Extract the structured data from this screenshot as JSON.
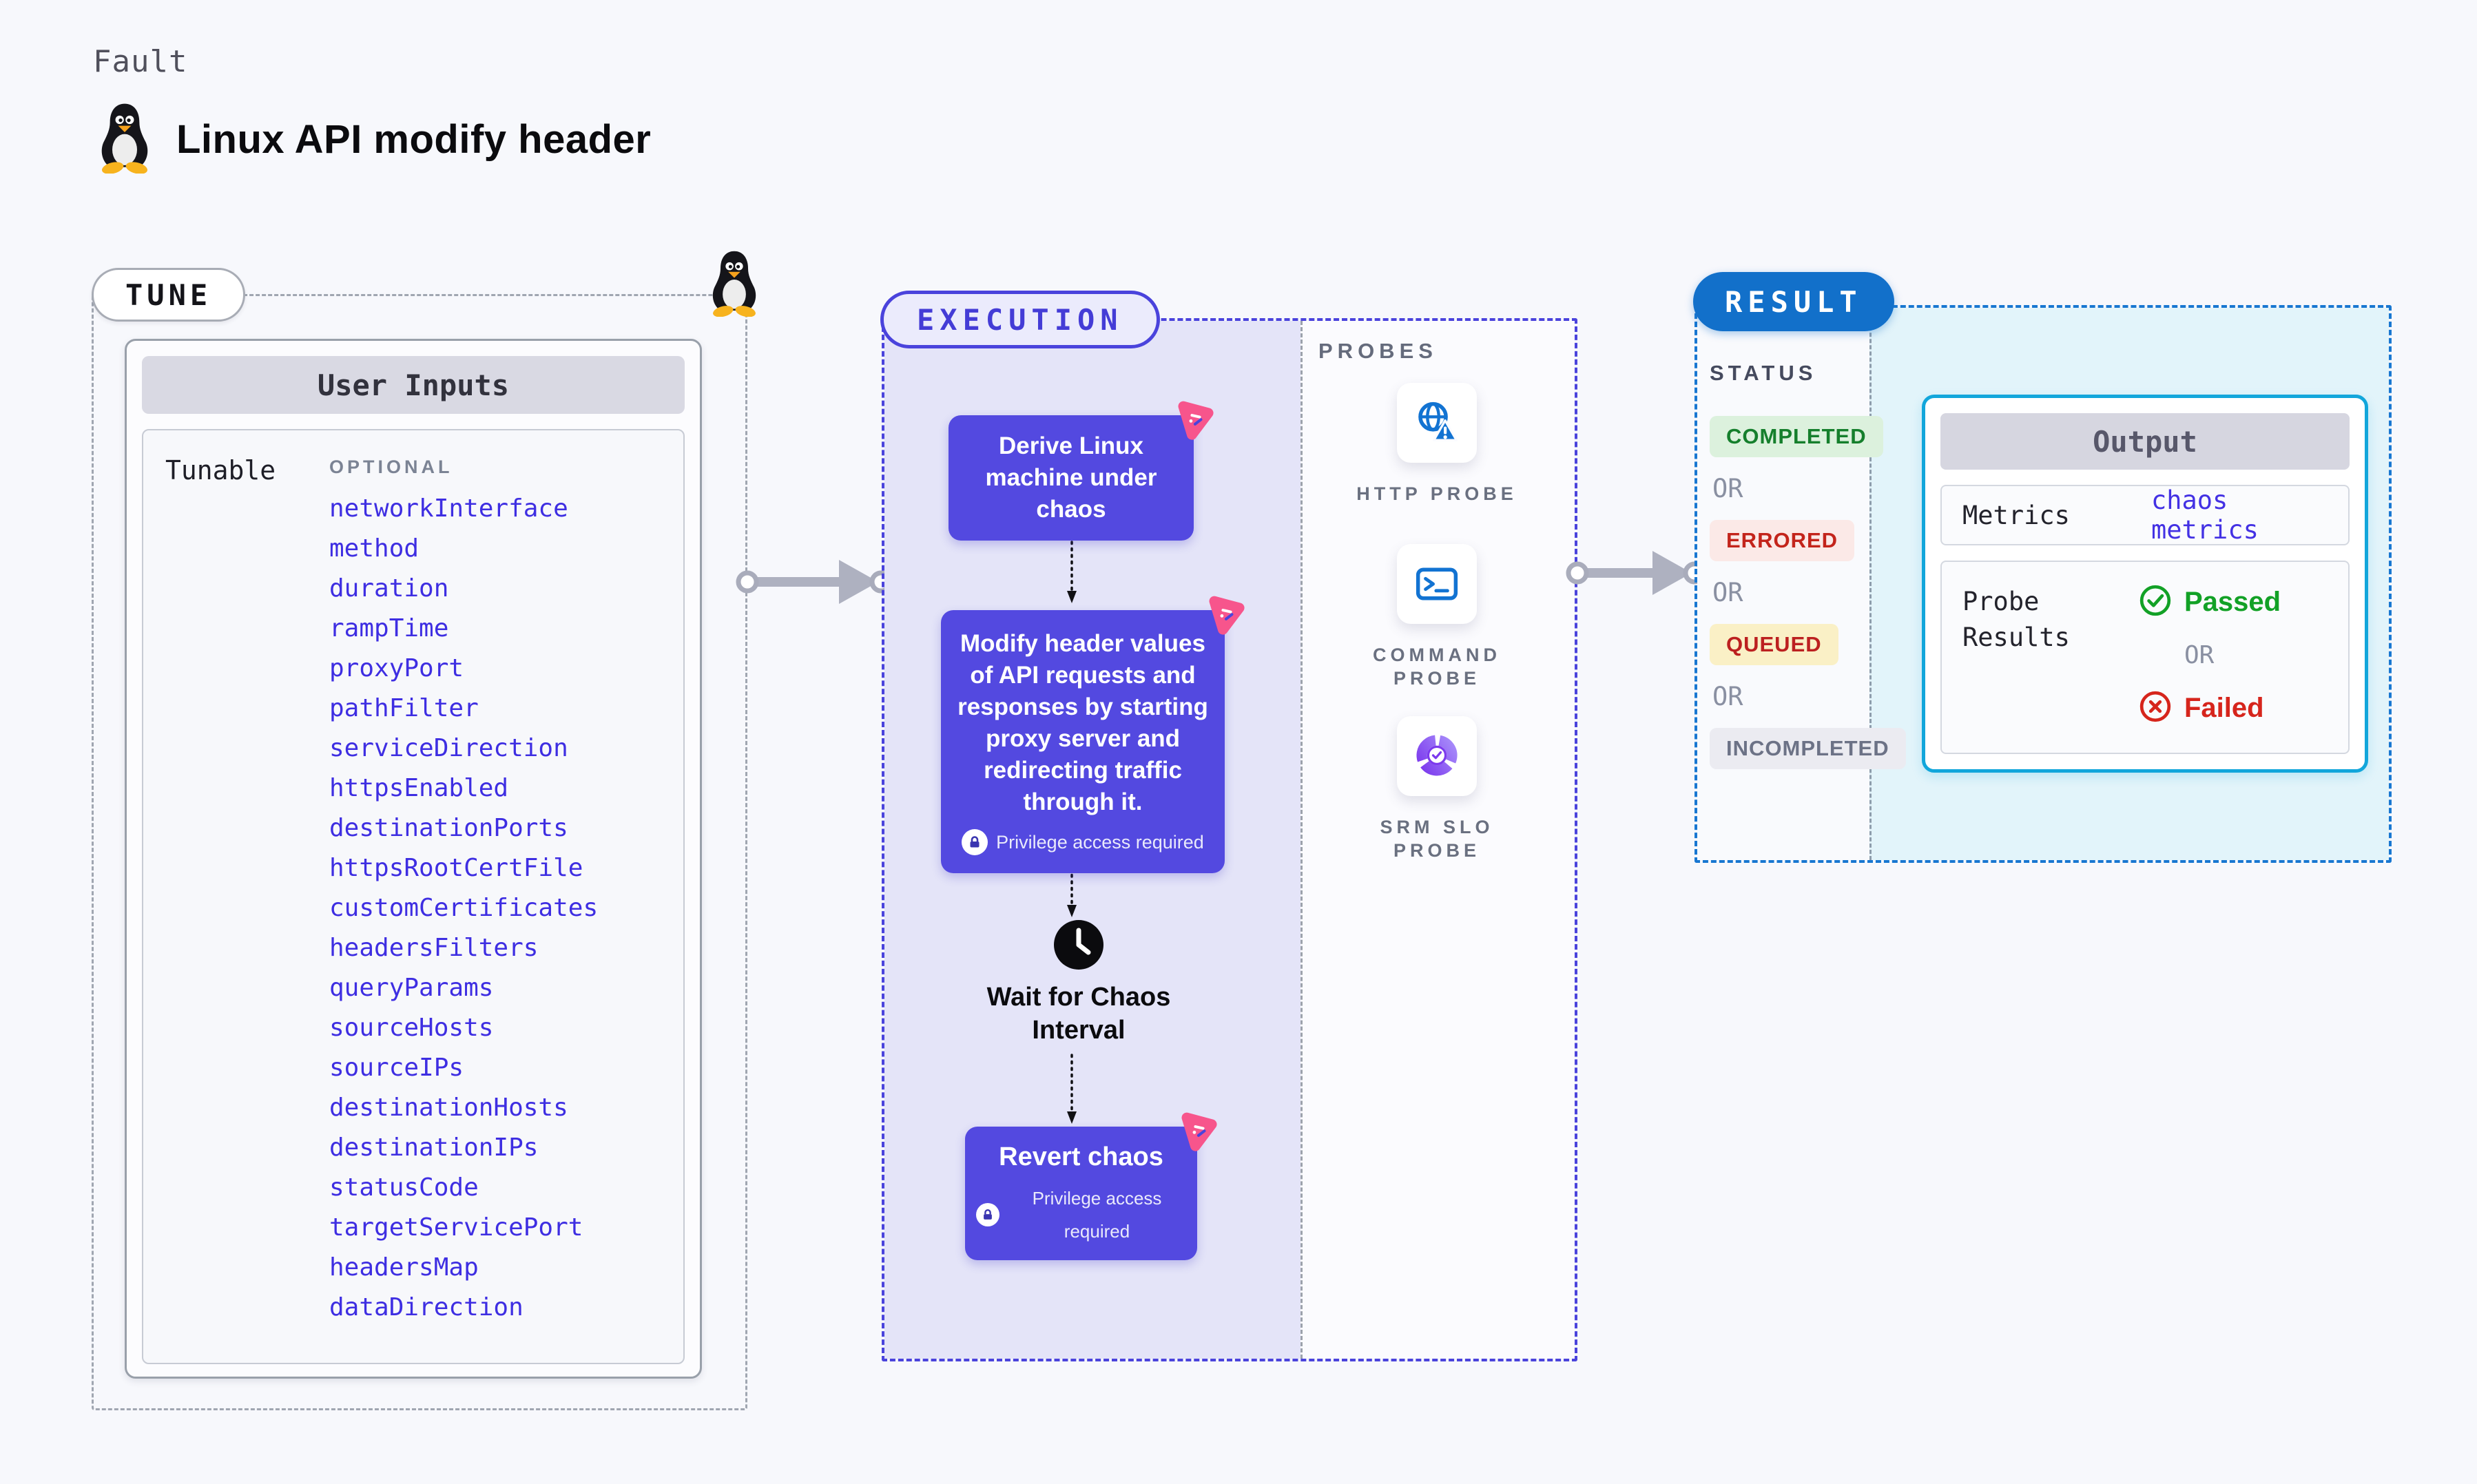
{
  "header": {
    "kicker": "Fault",
    "title": "Linux API modify header",
    "icon": "tux-penguin-icon"
  },
  "tune": {
    "badge": "TUNE",
    "inputs_title": "User Inputs",
    "row_label": "Tunable",
    "optional_label": "OPTIONAL",
    "tunables": [
      "networkInterface",
      "method",
      "duration",
      "rampTime",
      "proxyPort",
      "pathFilter",
      "serviceDirection",
      "httpsEnabled",
      "destinationPorts",
      "httpsRootCertFile",
      "customCertificates",
      "headersFilters",
      "queryParams",
      "sourceHosts",
      "sourceIPs",
      "destinationHosts",
      "destinationIPs",
      "statusCode",
      "targetServicePort",
      "headersMap",
      "dataDirection"
    ]
  },
  "execution": {
    "badge": "EXECUTION",
    "derive_step": "Derive Linux machine under chaos",
    "inject_step": "Modify header values of API requests and responses by starting proxy server and redirecting traffic through it.",
    "privilege_note": "Privilege access required",
    "wait_step": "Wait for Chaos Interval",
    "revert_step": "Revert chaos"
  },
  "probes": {
    "label": "PROBES",
    "items": [
      {
        "label": "HTTP PROBE",
        "icon": "http-probe-globe-alert-icon"
      },
      {
        "label": "COMMAND PROBE",
        "icon": "command-probe-terminal-icon"
      },
      {
        "label": "SRM SLO PROBE",
        "icon": "srm-slo-probe-donut-icon"
      }
    ]
  },
  "result": {
    "badge": "RESULT",
    "status_label": "STATUS",
    "or_label": "OR",
    "statuses": [
      {
        "label": "COMPLETED",
        "bg_color": "#DCF1DD",
        "text_color": "#157F2C"
      },
      {
        "label": "ERRORED",
        "bg_color": "#FBE9E7",
        "text_color": "#C3241B"
      },
      {
        "label": "QUEUED",
        "bg_color": "#FAF0C6",
        "text_color": "#BC2020"
      },
      {
        "label": "INCOMPLETED",
        "bg_color": "#EBEBF1",
        "text_color": "#6C7286"
      }
    ],
    "output": {
      "title": "Output",
      "metrics_label": "Metrics",
      "metrics_link": "chaos metrics",
      "probe_results_label": "Probe Results",
      "passed_label": "Passed",
      "failed_label": "Failed"
    }
  },
  "colors": {
    "accent_indigo": "#4A43DC",
    "node_indigo": "#5349E0",
    "tunable_link_blue": "#3E2EE2",
    "result_blue": "#1270CA",
    "output_border_cyan": "#12A6DB",
    "passed_green": "#12A126",
    "failed_red": "#D6251C",
    "chaos_pink": "#F7558C",
    "probe_icon_blue": "#1273D2",
    "srm_probe_purple": "#7C3AED"
  }
}
